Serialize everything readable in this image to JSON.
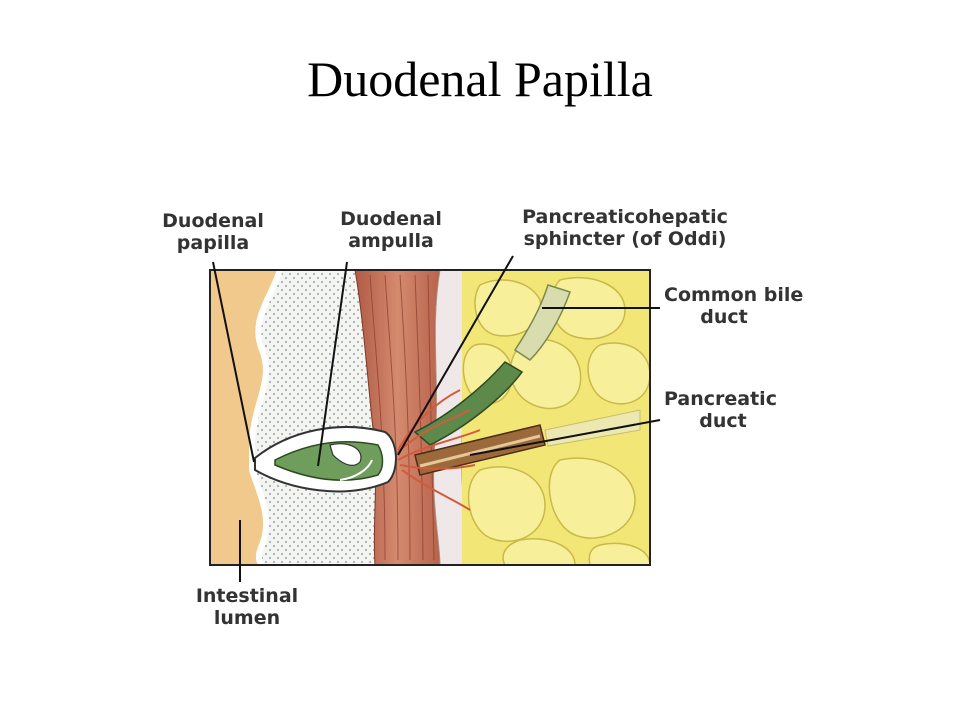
{
  "slide": {
    "title": "Duodenal Papilla"
  },
  "labels": {
    "duodenal_papilla": [
      "Duodenal",
      "papilla"
    ],
    "duodenal_ampulla": [
      "Duodenal",
      "ampulla"
    ],
    "sphincter": [
      "Pancreaticohepatic",
      "sphincter (of Oddi)"
    ],
    "common_bile_duct": [
      "Common bile",
      "duct"
    ],
    "pancreatic_duct": [
      "Pancreatic",
      "duct"
    ],
    "intestinal_lumen": [
      "Intestinal",
      "lumen"
    ]
  },
  "colors": {
    "lumen": "#f1c98c",
    "mucosa": "#f3f3ee",
    "muscle": "#c8765c",
    "fat": "#f2e776",
    "duct_green": "#6d9a58",
    "pancreatic_duct": "#9c6a3a",
    "frame": "#222222"
  }
}
